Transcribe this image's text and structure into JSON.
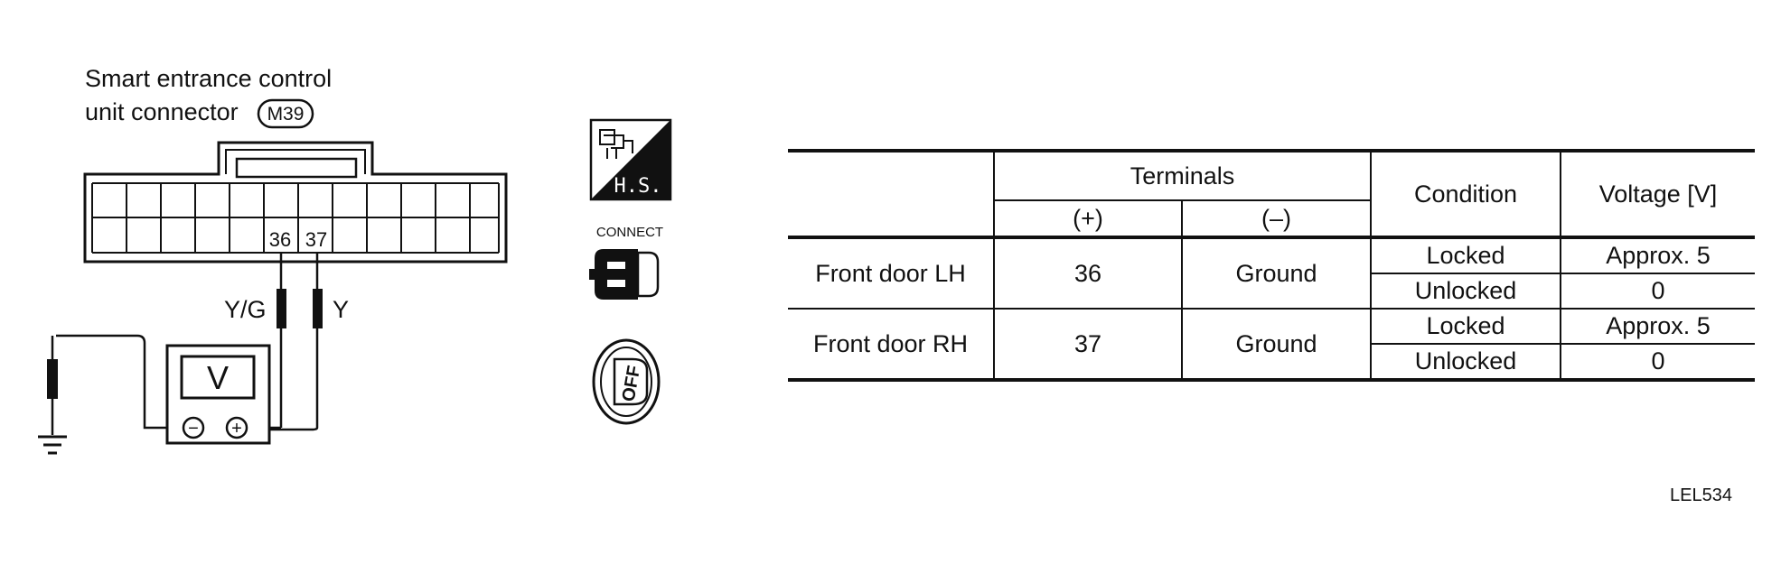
{
  "connector": {
    "title_line1": "Smart entrance control",
    "title_line2": "unit connector",
    "code": "M39",
    "terminal_a": "36",
    "terminal_b": "37"
  },
  "wires": {
    "left": "Y/G",
    "right": "Y"
  },
  "meter": {
    "symbol": "V",
    "minus": "−",
    "plus": "+"
  },
  "icons": {
    "harness_label": "H.S.",
    "connect_label": "CONNECT",
    "ignition_label": "OFF"
  },
  "table": {
    "header_terminals": "Terminals",
    "header_plus": "(+)",
    "header_minus": "(–)",
    "header_condition": "Condition",
    "header_voltage": "Voltage [V]",
    "rows": [
      {
        "location": "Front door LH",
        "plus": "36",
        "minus": "Ground",
        "states": [
          {
            "condition": "Locked",
            "voltage": "Approx. 5"
          },
          {
            "condition": "Unlocked",
            "voltage": "0"
          }
        ]
      },
      {
        "location": "Front door RH",
        "plus": "37",
        "minus": "Ground",
        "states": [
          {
            "condition": "Locked",
            "voltage": "Approx. 5"
          },
          {
            "condition": "Unlocked",
            "voltage": "0"
          }
        ]
      }
    ]
  },
  "figure_code": "LEL534"
}
